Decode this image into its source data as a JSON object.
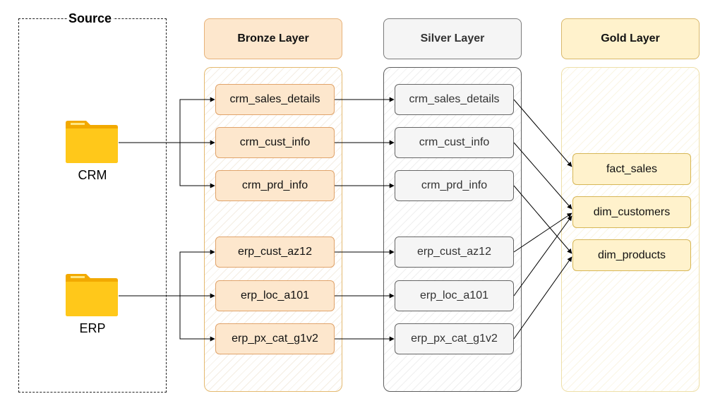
{
  "source": {
    "title": "Source",
    "items": [
      {
        "label": "CRM",
        "icon": "folder-icon"
      },
      {
        "label": "ERP",
        "icon": "folder-icon"
      }
    ]
  },
  "layers": {
    "bronze": {
      "title": "Bronze Layer",
      "nodes": [
        "crm_sales_details",
        "crm_cust_info",
        "crm_prd_info",
        "erp_cust_az12",
        "erp_loc_a101",
        "erp_px_cat_g1v2"
      ]
    },
    "silver": {
      "title": "Silver Layer",
      "nodes": [
        "crm_sales_details",
        "crm_cust_info",
        "crm_prd_info",
        "erp_cust_az12",
        "erp_loc_a101",
        "erp_px_cat_g1v2"
      ]
    },
    "gold": {
      "title": "Gold Layer",
      "nodes": [
        "fact_sales",
        "dim_customers",
        "dim_products"
      ]
    }
  },
  "colors": {
    "folder": "#ffc000",
    "bronze": "#fde7cd",
    "silver": "#f5f5f5",
    "gold": "#fff2cc",
    "edge": "#000000"
  }
}
